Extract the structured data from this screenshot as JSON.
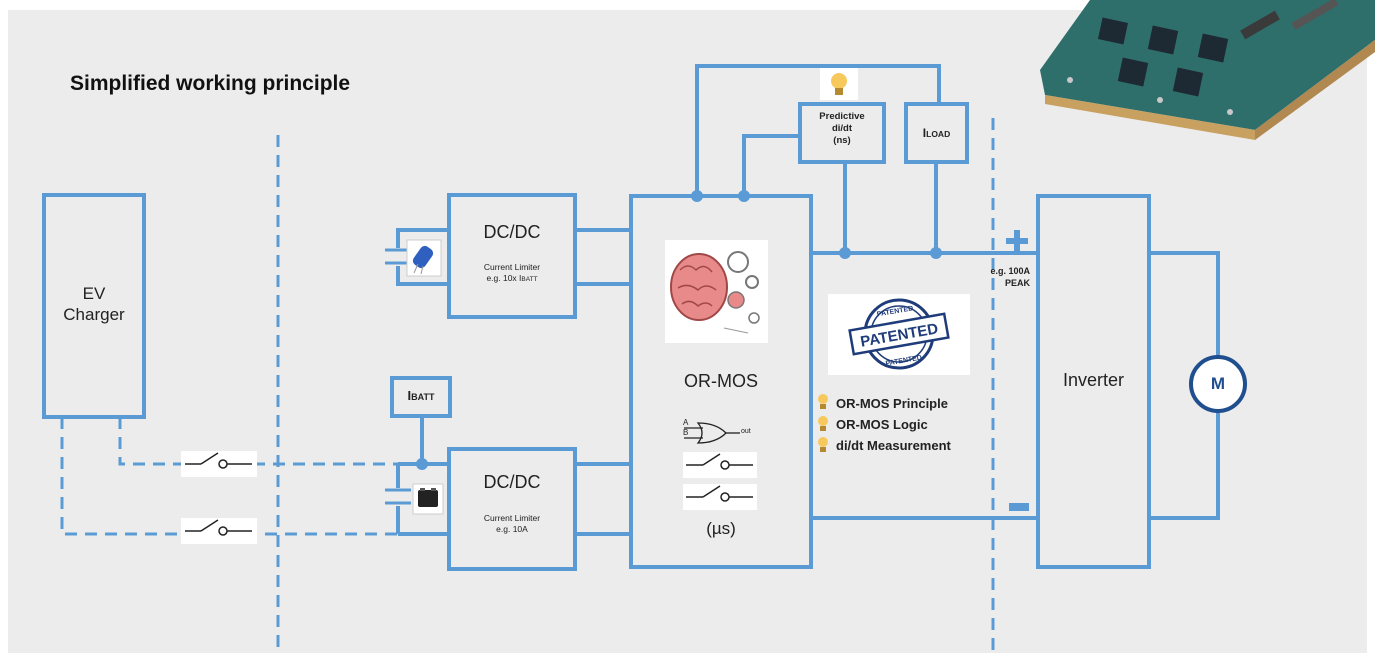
{
  "title": "Simplified working principle",
  "colors": {
    "background": "#ececec",
    "line": "#5b9bd5",
    "text": "#222222",
    "bulb": "#f7c95c"
  },
  "blocks": {
    "ev_charger": [
      "EV",
      "Charger"
    ],
    "dcdc_top": {
      "title": "DC/DC",
      "lines": [
        "Current Limiter",
        "e.g. 10x I",
        "BATT"
      ]
    },
    "dcdc_bottom": {
      "title": "DC/DC",
      "lines": [
        "Current Limiter",
        "e.g. 10A"
      ]
    },
    "ibatt": {
      "main": "I",
      "sub": "BATT"
    },
    "ormos": {
      "title": "OR-MOS",
      "time": "(µs)"
    },
    "predictive": [
      "Predictive",
      "di/dt",
      "(ns)"
    ],
    "iload": {
      "main": "I",
      "sub": "LOAD"
    },
    "inverter": "Inverter",
    "motor": "M"
  },
  "gate": {
    "a": "A",
    "b": "B",
    "out": "out"
  },
  "peak_label": [
    "e.g. 100A",
    "PEAK"
  ],
  "patent_stamp": {
    "top": "PATENTED",
    "middle": "PATENTED",
    "bottom": "PATENTED"
  },
  "features": [
    "OR-MOS Principle",
    "OR-MOS Logic",
    "di/dt Measurement"
  ],
  "terminals": {
    "plus": "+",
    "minus": "−"
  },
  "icons": [
    "light-bulb-icon",
    "brain-gears-icon",
    "capacitor-icon",
    "battery-icon",
    "switch-icon",
    "or-gate-icon",
    "motor-icon",
    "pcb-board-photo"
  ]
}
